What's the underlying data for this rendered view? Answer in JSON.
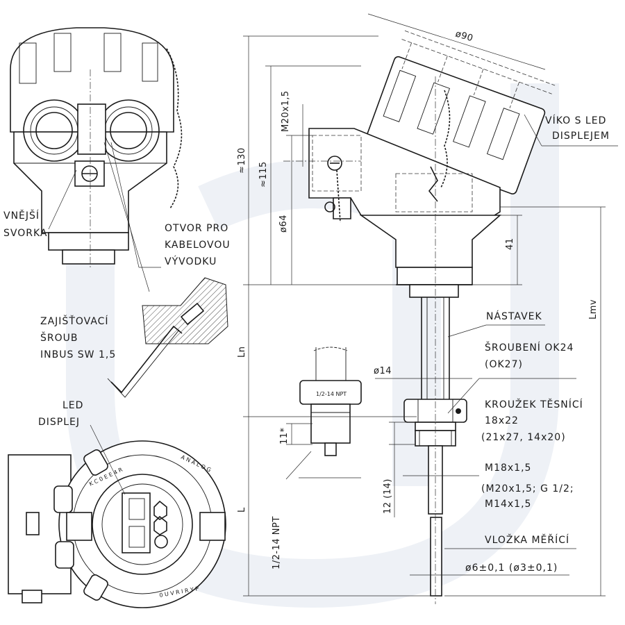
{
  "labels": {
    "vnejsi": "VNĚJŠÍ",
    "svorka": "SVORKA",
    "otvor1": "OTVOR PRO",
    "otvor2": "KABELOVOU",
    "otvor3": "VÝVODKU",
    "zaj1": "ZAJIŠŤOVACÍ",
    "zaj2": "ŠROUB",
    "zaj3": "INBUS SW 1,5",
    "led1": "LED",
    "led2": "DISPLEJ",
    "viko1": "VÍKO S LED",
    "viko2": "DISPLEJEM",
    "nastavek": "NÁSTAVEK",
    "sroubeni1": "ŠROUBENÍ OK24",
    "sroubeni2": "(OK27)",
    "krouzek1": "KROUŽEK TĚSNÍCÍ",
    "krouzek2": "18x22",
    "krouzek3": "(21x27, 14x20)",
    "thread1": "M18x1,5",
    "thread2": "(M20x1,5; G 1/2;",
    "thread3": "M14x1,5",
    "vlozka": "VLOŽKA MĚŘÍCÍ",
    "vlozka_dia": "ø6±0,1  (ø3±0,1)",
    "npt_small": "1/2-14 NPT"
  },
  "dims": {
    "d90": "ø90",
    "m20": "M20x1,5",
    "h130": "≈130",
    "h115": "≈115",
    "d64": "ø64",
    "h41": "41",
    "lmv": "Lmv",
    "ln": "Ln",
    "l": "L",
    "d14": "ø14",
    "h11": "11*",
    "h12": "12 (14)",
    "npt": "1/2-14 NPT"
  }
}
